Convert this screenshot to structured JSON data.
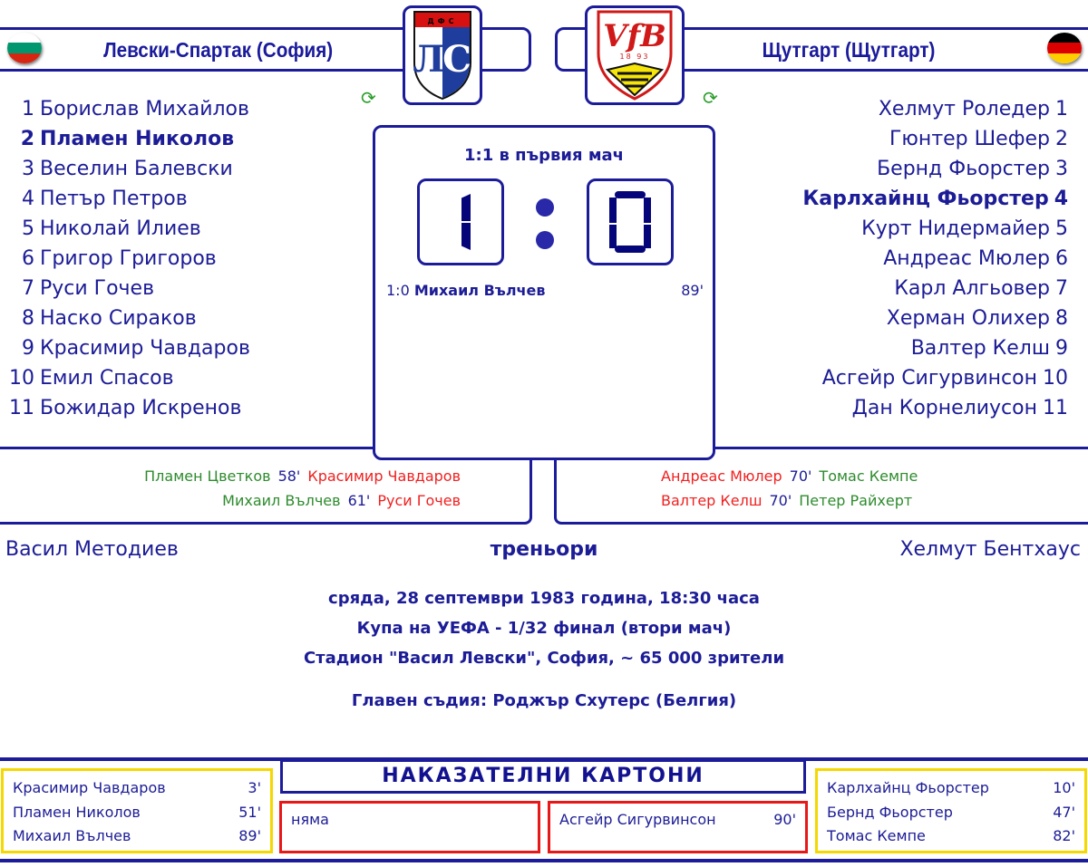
{
  "home": {
    "name": "Левски-Спартак (София)",
    "crest_text": "ДФС",
    "crest_letters": "ЛС",
    "flag": [
      "#ffffff",
      "#00966e",
      "#d62612"
    ],
    "players": [
      {
        "n": "1",
        "name": "Борислав Михайлов"
      },
      {
        "n": "2",
        "name": "Пламен Николов",
        "captain": true
      },
      {
        "n": "3",
        "name": "Веселин Балевски"
      },
      {
        "n": "4",
        "name": "Петър Петров"
      },
      {
        "n": "5",
        "name": "Николай Илиев"
      },
      {
        "n": "6",
        "name": "Григор Григоров"
      },
      {
        "n": "7",
        "name": "Руси Гочев"
      },
      {
        "n": "8",
        "name": "Наско Сираков"
      },
      {
        "n": "9",
        "name": "Красимир Чавдаров"
      },
      {
        "n": "10",
        "name": "Емил Спасов"
      },
      {
        "n": "11",
        "name": "Божидар Искренов"
      }
    ],
    "subs": [
      {
        "in": "Пламен Цветков",
        "min": "58'",
        "out": "Красимир Чавдаров"
      },
      {
        "in": "Михаил Вълчев",
        "min": "61'",
        "out": "Руси Гочев"
      }
    ],
    "coach": "Васил Методиев",
    "yellow": [
      {
        "name": "Красимир Чавдаров",
        "min": "3'"
      },
      {
        "name": "Пламен Николов",
        "min": "51'"
      },
      {
        "name": "Михаил Вълчев",
        "min": "89'"
      }
    ],
    "red": "няма"
  },
  "away": {
    "name": "Щутгарт (Щутгарт)",
    "crest_text": "VfB",
    "crest_year": "18 93",
    "flag": [
      "#000000",
      "#dd0000",
      "#ffce00"
    ],
    "players": [
      {
        "n": "1",
        "name": "Хелмут Роледер"
      },
      {
        "n": "2",
        "name": "Гюнтер Шефер"
      },
      {
        "n": "3",
        "name": "Бернд Фьорстер"
      },
      {
        "n": "4",
        "name": "Карлхайнц Фьорстер",
        "captain": true
      },
      {
        "n": "5",
        "name": "Курт Нидермайер"
      },
      {
        "n": "6",
        "name": "Андреас Мюлер"
      },
      {
        "n": "7",
        "name": "Карл Алгьовер"
      },
      {
        "n": "8",
        "name": "Херман Олихер"
      },
      {
        "n": "9",
        "name": "Валтер Келш"
      },
      {
        "n": "10",
        "name": "Асгейр Сигурвинсон"
      },
      {
        "n": "11",
        "name": "Дан Корнелиусон"
      }
    ],
    "subs": [
      {
        "out": "Андреас Мюлер",
        "min": "70'",
        "in": "Томас Кемпе"
      },
      {
        "out": "Валтер Келш",
        "min": "70'",
        "in": "Петер Райхерт"
      }
    ],
    "coach": "Хелмут Бентхаус",
    "yellow": [
      {
        "name": "Карлхайнц Фьорстер",
        "min": "10'"
      },
      {
        "name": "Бернд Фьорстер",
        "min": "47'"
      },
      {
        "name": "Томас Кемпе",
        "min": "82'"
      }
    ],
    "red": {
      "name": "Асгейр Сигурвинсон",
      "min": "90'"
    }
  },
  "score": {
    "first_leg": "1:1 в първия мач",
    "home": 1,
    "away": 0,
    "goals": [
      {
        "score": "1:0",
        "name": "Михаил Вълчев",
        "min": "89'"
      }
    ]
  },
  "coaches_label": "треньори",
  "info": {
    "date": "сряда, 28 септември 1983 година, 18:30 часа",
    "competition": "Купа на УЕФА - 1/32 финал (втори мач)",
    "stadium": "Стадион \"Васил Левски\", София, ~ 65 000 зрители",
    "referee": "Главен съдия: Роджър Схутерс (Белгия)"
  },
  "cards_title": "НАКАЗАТЕЛНИ КАРТОНИ"
}
